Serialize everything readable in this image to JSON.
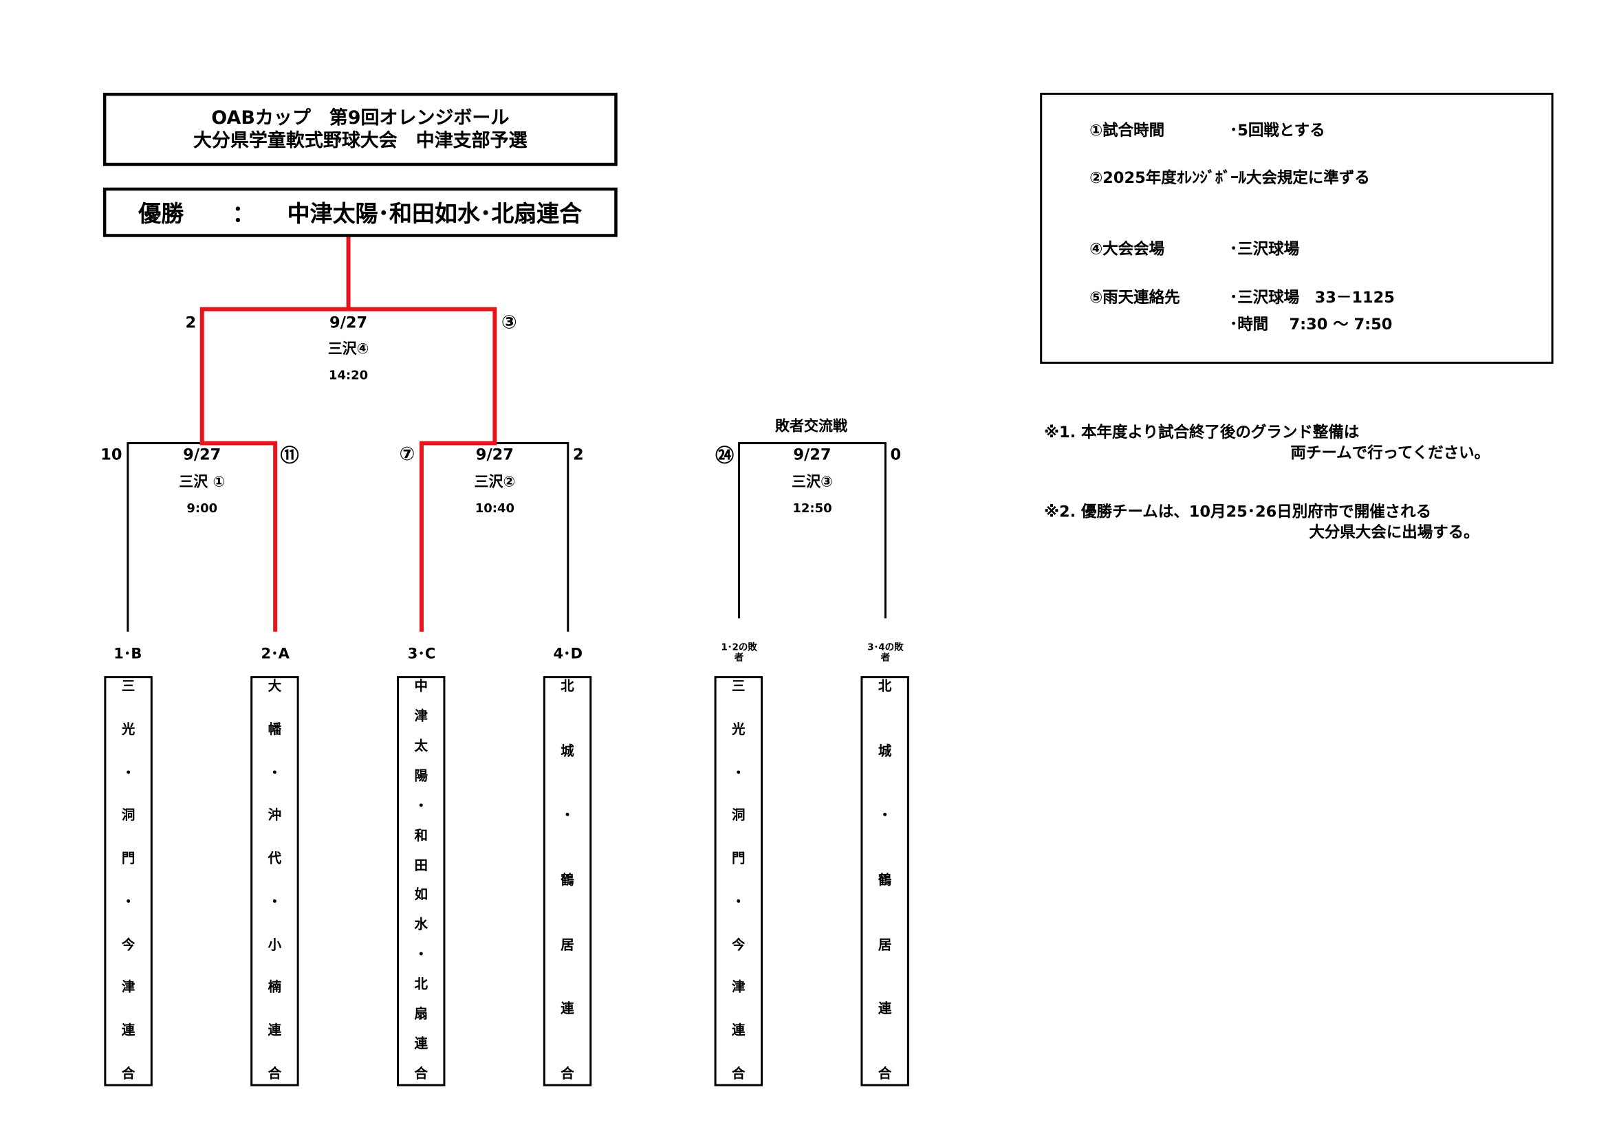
{
  "title": {
    "line1": "OABカップ　第9回オレンジボール",
    "line2": "大分県学童軟式野球大会　中津支部予選"
  },
  "winner": {
    "label": "優勝",
    "sep": "：",
    "team": "中津太陽･和田如水･北扇連合"
  },
  "final": {
    "date": "9/27",
    "venue": "三沢④",
    "time": "14:20",
    "score_left": "2",
    "score_right": "③"
  },
  "games": [
    {
      "date": "9/27",
      "venue": "三沢 ①",
      "time": "9:00",
      "score_left": "10",
      "score_right": "⑪"
    },
    {
      "date": "9/27",
      "venue": "三沢②",
      "time": "10:40",
      "score_left": "⑦",
      "score_right": "2"
    },
    {
      "title": "敗者交流戦",
      "date": "9/27",
      "venue": "三沢③",
      "time": "12:50",
      "score_left": "㉔",
      "score_right": "0"
    }
  ],
  "slots": [
    "1･B",
    "2･A",
    "3･C",
    "4･D"
  ],
  "loser_slots": [
    {
      "line1": "1･2の敗",
      "line2": "者"
    },
    {
      "line1": "3･4の敗",
      "line2": "者"
    }
  ],
  "teams": [
    "三光・洞門・今津連合",
    "大幡・沖代・小楠連合",
    "中津太陽・和田如水・北扇連合",
    "北城・鶴居連合",
    "三光・洞門・今津連合",
    "北城・鶴居連合"
  ],
  "rules": [
    {
      "label": "①試合時間",
      "value": "･5回戦とする"
    },
    {
      "label": "②2025年度ｵﾚﾝｼﾞﾎﾞｰﾙ大会規定に準ずる"
    },
    {
      "label": "④大会会場",
      "value": "･三沢球場"
    },
    {
      "label": "⑤雨天連絡先",
      "value": "･三沢球場　33－1125",
      "value2": "･時間　 7:30 ～ 7:50"
    }
  ],
  "notes": [
    {
      "line1": "※1. 本年度より試合終了後のグランド整備は",
      "line2": "両チームで行ってください。"
    },
    {
      "line1": "※2. 優勝チームは、10月25･26日別府市で開催される",
      "line2": "大分県大会に出場する。"
    }
  ],
  "colors": {
    "winner_path": "#e8141b",
    "line": "#000000"
  }
}
